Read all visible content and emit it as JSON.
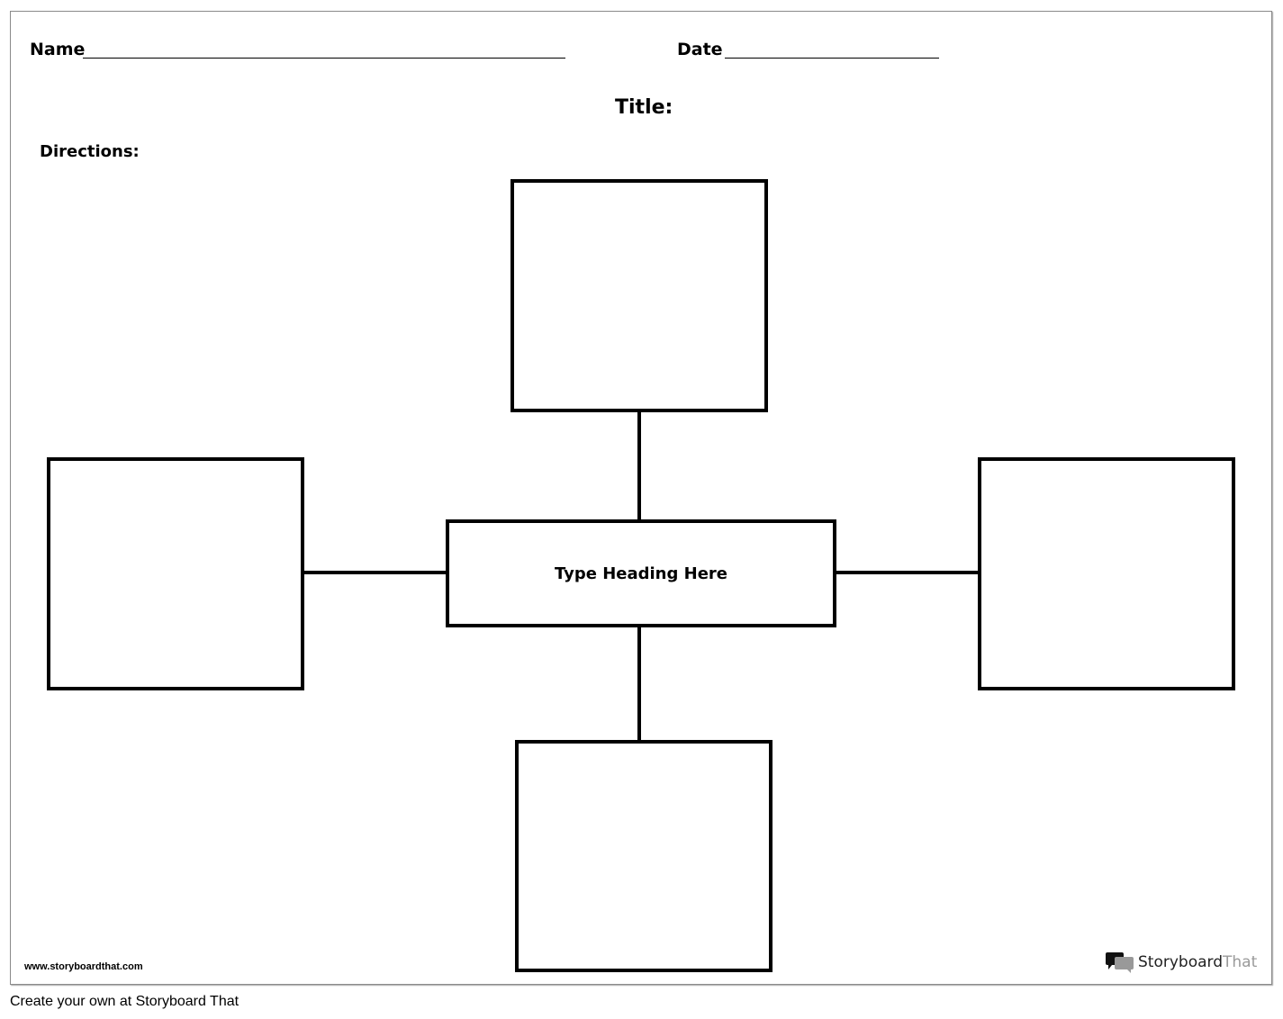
{
  "worksheet": {
    "name_label": "Name",
    "date_label": "Date",
    "title_label": "Title:",
    "directions_label": "Directions:",
    "center_heading": "Type Heading Here",
    "website": "www.storyboardthat.com",
    "logo": {
      "part1": "Storyboard",
      "part2": "That",
      "icon": "speech-bubbles-icon"
    }
  },
  "footer": {
    "text": "Create your own at Storyboard That"
  }
}
